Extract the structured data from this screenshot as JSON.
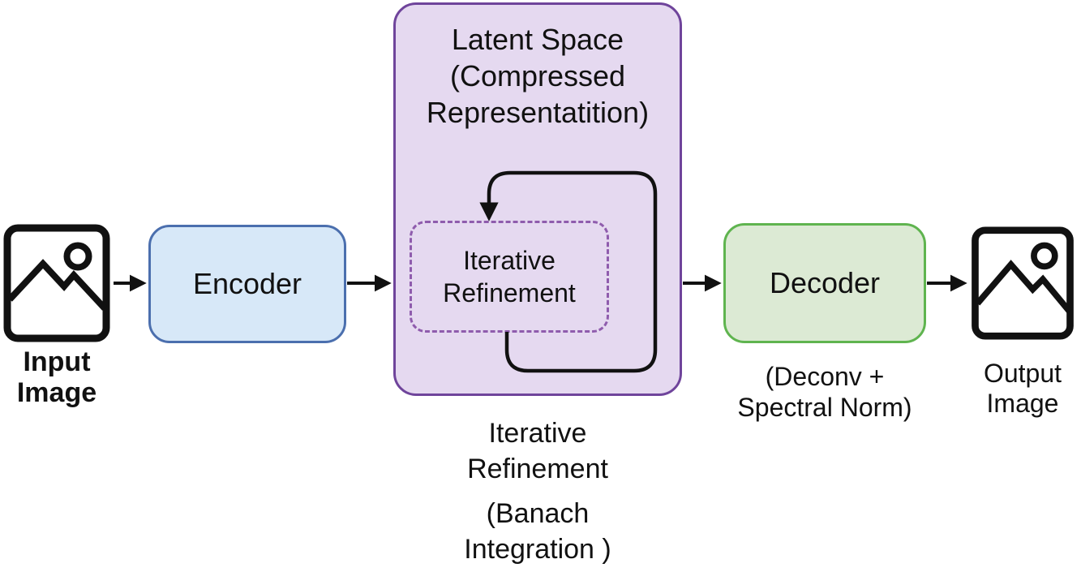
{
  "nodes": {
    "input_image": {
      "icon": "image-icon",
      "label_lines": [
        "Input",
        "Image"
      ]
    },
    "encoder": {
      "label": "Encoder"
    },
    "latent_space": {
      "title_lines": [
        "Latent Space",
        "(Compressed",
        "Representatition)"
      ],
      "inner_label_lines": [
        "Iterative",
        "Refinement"
      ]
    },
    "decoder": {
      "label": "Decoder",
      "sublabel_lines": [
        "(Deconv +",
        "Spectral Norm)"
      ]
    },
    "output_image": {
      "icon": "image-icon",
      "label_lines": [
        "Output",
        "Image"
      ]
    }
  },
  "captions": {
    "latent_caption_lines": [
      "Iterative",
      "Refinement"
    ],
    "latent_caption2_lines": [
      "(Banach",
      "Integration )"
    ]
  },
  "flow": {
    "arrows": [
      "input-image-to-encoder",
      "encoder-to-latent-space",
      "latent-space-to-decoder",
      "decoder-to-output-image"
    ],
    "loop": "iterative-refinement-feedback-loop"
  },
  "colors": {
    "encoder-fill": "#d7e8f8",
    "encoder-border": "#4b6fae",
    "latent-fill": "#e5d9f0",
    "latent-border": "#6f449b",
    "inner-dashed-border": "#8f5cad",
    "decoder-fill": "#dcead4",
    "decoder-border": "#5fb44f",
    "line-color": "#111111",
    "text-color": "#111111",
    "background": "#ffffff"
  }
}
